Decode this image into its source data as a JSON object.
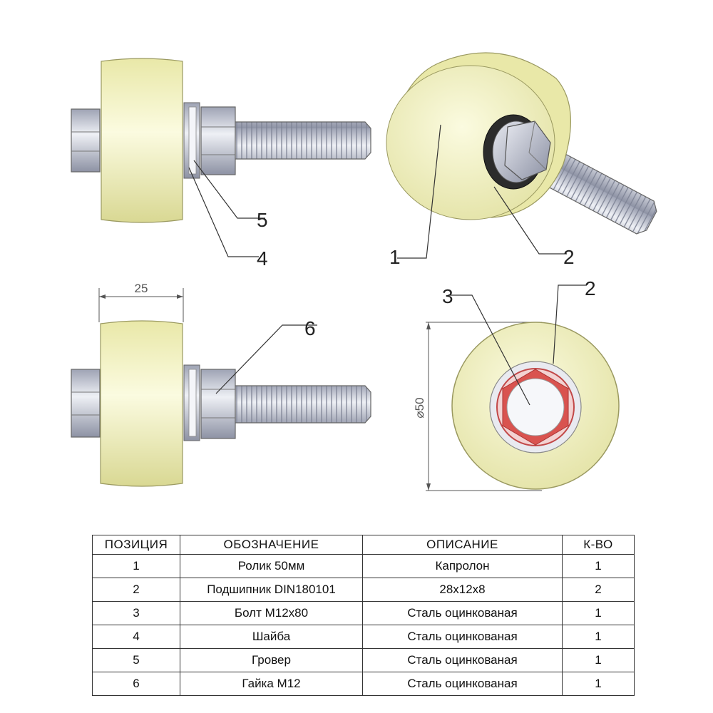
{
  "callouts": {
    "c5": "5",
    "c4": "4",
    "c1": "1",
    "c2a": "2",
    "c6": "6",
    "c3": "3",
    "c2b": "2"
  },
  "dimensions": {
    "width": "25",
    "diameter": "⌀50"
  },
  "colors": {
    "roller": "#f0efb8",
    "steel": "#c9ccd6",
    "bearing_ring": "#d9534f"
  },
  "table": {
    "headers": [
      "ПОЗИЦИЯ",
      "ОБОЗНАЧЕНИЕ",
      "ОПИСАНИЕ",
      "К-ВО"
    ],
    "rows": [
      [
        "1",
        "Ролик 50мм",
        "Капролон",
        "1"
      ],
      [
        "2",
        "Подшипник DIN180101",
        "28х12х8",
        "2"
      ],
      [
        "3",
        "Болт М12х80",
        "Сталь оцинкованая",
        "1"
      ],
      [
        "4",
        "Шайба",
        "Сталь оцинкованая",
        "1"
      ],
      [
        "5",
        "Гровер",
        "Сталь оцинкованая",
        "1"
      ],
      [
        "6",
        "Гайка М12",
        "Сталь оцинкованая",
        "1"
      ]
    ]
  }
}
